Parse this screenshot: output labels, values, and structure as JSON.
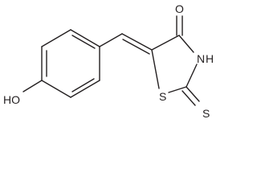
{
  "structure": {
    "atoms": {
      "oxygen_carbonyl": "O",
      "nitrogen_h": "H",
      "nitrogen": "N",
      "sulfur_ring": "S",
      "sulfur_thione": "S",
      "hydroxyl": "HO"
    }
  },
  "colors": {
    "ink": "#231f20",
    "background": "#ffffff"
  }
}
